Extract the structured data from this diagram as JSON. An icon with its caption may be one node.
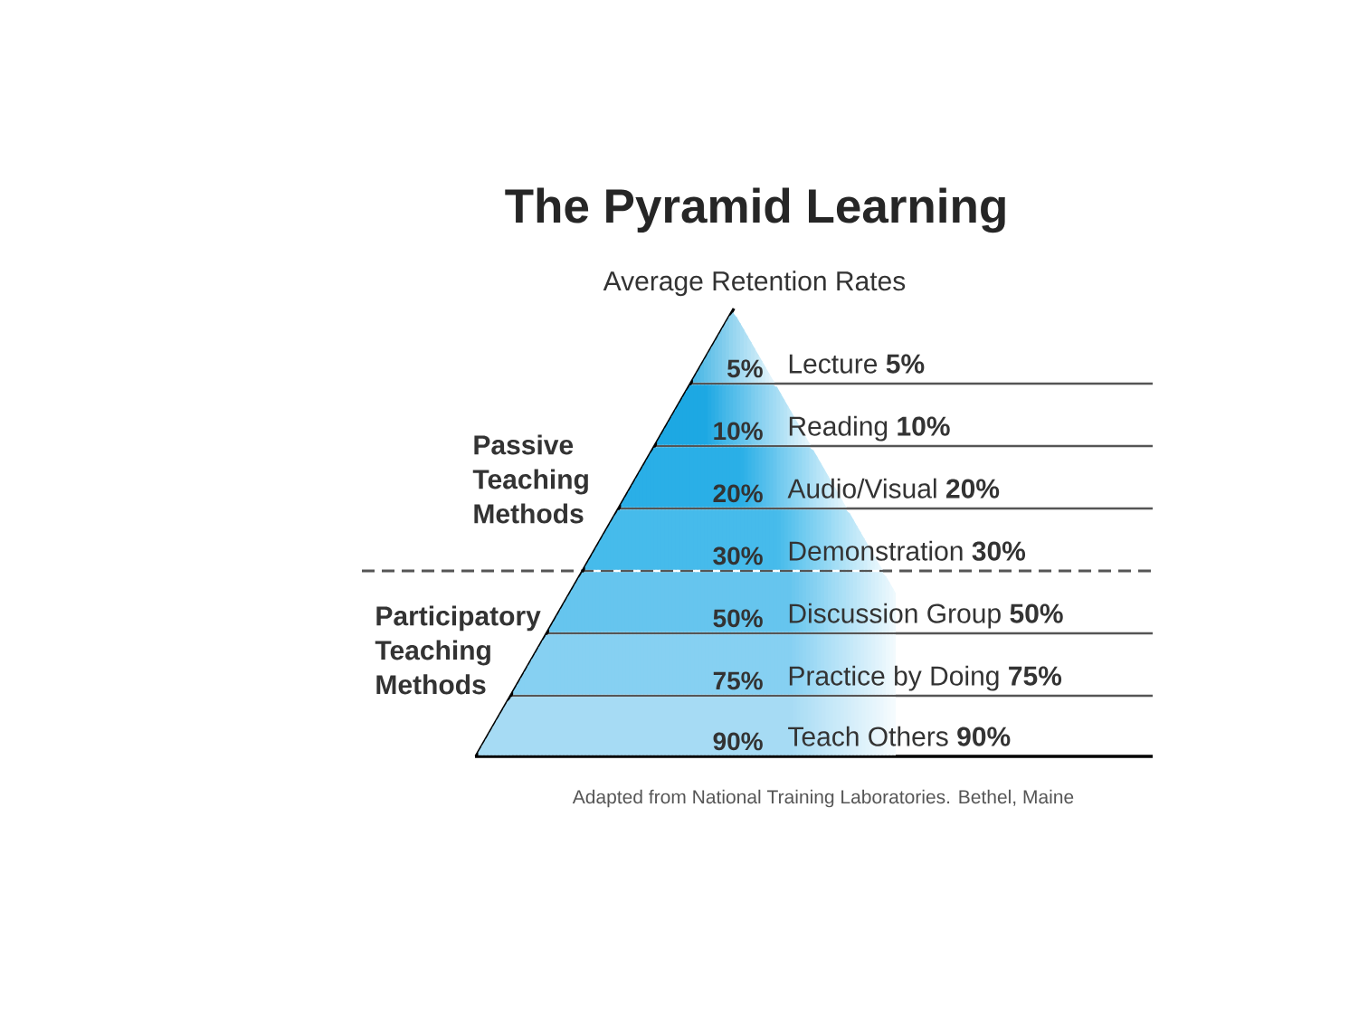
{
  "diagram": {
    "title": "The Pyramid Learning",
    "caption": "Adapted from National Training Laboratories. Bethel, Maine",
    "nodes": [
      {
        "text": [
          "5%",
          "Lecture **5%**"
        ]
      },
      {
        "text": [
          "10%",
          "Reading **10%**"
        ]
      },
      {
        "text": [
          "20%",
          "Audio/Visual **20%**"
        ]
      },
      {
        "text": [
          "30%",
          "Demonstration **30%**"
        ]
      },
      {
        "text": [
          "50%",
          "Discussion Group **50%**"
        ]
      },
      {
        "text": [
          "75%",
          "Practice by Doing **75%**"
        ]
      },
      {
        "text": [
          "90%",
          "Teach Others **90%**"
        ]
      }
    ],
    "labels": [
      "Average Retention Rates",
      "Passive Teaching Methods",
      "Participatory Teaching Methods"
    ]
  }
}
